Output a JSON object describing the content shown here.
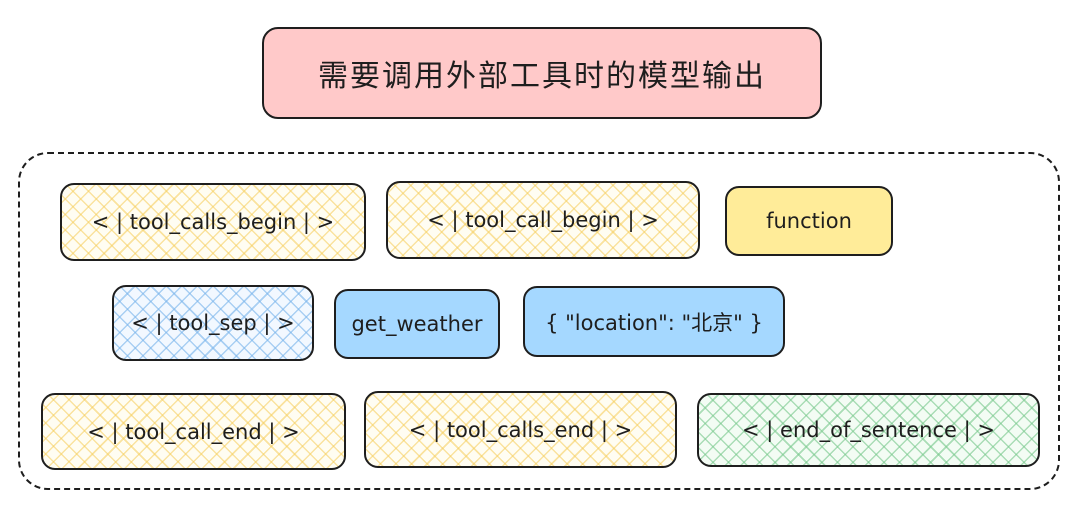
{
  "title": "需要调用外部工具时的模型输出",
  "tokens": [
    {
      "id": "t1",
      "label": "< | tool_calls_begin | >",
      "fill": "#ffec99",
      "style": "hatched"
    },
    {
      "id": "t2",
      "label": "< | tool_call_begin | >",
      "fill": "#ffec99",
      "style": "hatched"
    },
    {
      "id": "t3",
      "label": "function",
      "fill": "#ffec99",
      "style": "solid"
    },
    {
      "id": "t4",
      "label": "< | tool_sep | >",
      "fill": "#a5d8ff",
      "style": "hatched"
    },
    {
      "id": "t5",
      "label": "get_weather",
      "fill": "#a5d8ff",
      "style": "solid"
    },
    {
      "id": "t6",
      "label": "{ \"location\": \"北京\" }",
      "fill": "#a5d8ff",
      "style": "solid"
    },
    {
      "id": "t7",
      "label": "< | tool_call_end | >",
      "fill": "#ffec99",
      "style": "hatched"
    },
    {
      "id": "t8",
      "label": "< | tool_calls_end | >",
      "fill": "#ffec99",
      "style": "hatched"
    },
    {
      "id": "t9",
      "label": "< | end_of_sentence | >",
      "fill": "#b2f2bb",
      "style": "hatched"
    }
  ],
  "colors": {
    "title_fill": "#ffc9c9",
    "stroke": "#1e1e1e"
  }
}
